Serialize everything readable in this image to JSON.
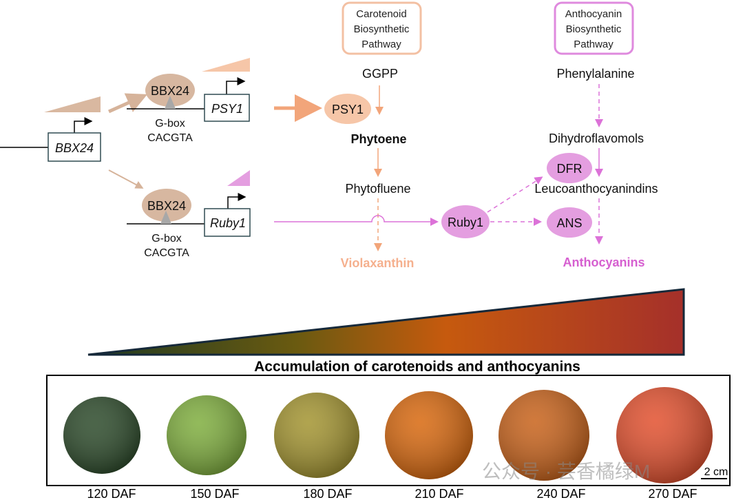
{
  "pathways": {
    "carotenoid": {
      "lines": [
        "Carotenoid",
        "Biosynthetic",
        "Pathway"
      ],
      "color": "#f3c0a3"
    },
    "anthocyanin": {
      "lines": [
        "Anthocyanin",
        "Biosynthetic",
        "Pathway"
      ],
      "color": "#df8ade"
    }
  },
  "genes": {
    "bbx24_gene": "BBX24",
    "psy1_gene": "PSY1",
    "ruby1_gene": "Ruby1",
    "bbx24_protein": "BBX24",
    "gbox": "G-box",
    "motif": "CACGTA"
  },
  "carotenoid_steps": {
    "ggpp": "GGPP",
    "enzyme": "PSY1",
    "phytoene": "Phytoene",
    "phytofluene": "Phytofluene",
    "violaxanthin": "Violaxanthin"
  },
  "anthocyanin_steps": {
    "phenylalanine": "Phenylalanine",
    "dihydro": "Dihydroflavomols",
    "leuco": "Leucoanthocyanindins",
    "anthocyanins": "Anthocyanins",
    "dfr": "DFR",
    "ans": "ANS",
    "ruby1": "Ruby1"
  },
  "accumulation_title": "Accumulation of carotenoids and anthocyanins",
  "fruits": [
    {
      "label": "120 DAF",
      "color": "#2c4a2a"
    },
    {
      "label": "150 DAF",
      "color": "#7fae3e"
    },
    {
      "label": "180 DAF",
      "color": "#a39430"
    },
    {
      "label": "210 DAF",
      "color": "#d8680e"
    },
    {
      "label": "240 DAF",
      "color": "#c8621a"
    },
    {
      "label": "270 DAF",
      "color": "#e2502e"
    }
  ],
  "scale_bar": "2 cm",
  "watermark": "公众号 · 芸香橘绿M"
}
